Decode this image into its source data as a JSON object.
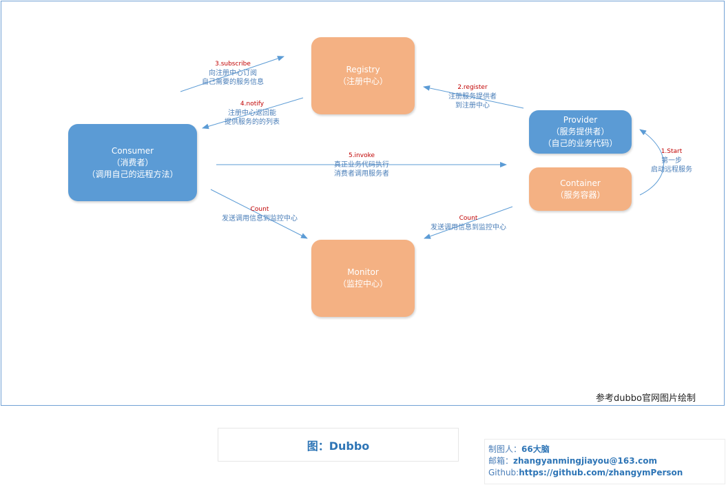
{
  "nodes": {
    "registry": {
      "line1": "Registry",
      "line2": "（注册中心）"
    },
    "consumer": {
      "line1": "Consumer",
      "line2": "（消费者）",
      "line3": "（调用自己的远程方法）"
    },
    "provider": {
      "line1": "Provider",
      "line2": "（服务提供者）",
      "line3": "（自己的业务代码）"
    },
    "container": {
      "line1": "Container",
      "line2": "（服务容器）"
    },
    "monitor": {
      "line1": "Monitor",
      "line2": "（监控中心）"
    }
  },
  "labels": {
    "subscribe": {
      "title": "3.subscribe",
      "d1": "向注册中心订阅",
      "d2": "自己需要的服务信息"
    },
    "register": {
      "title": "2.register",
      "d1": "注册服务提供者",
      "d2": "到注册中心"
    },
    "notify": {
      "title": "4.notify",
      "d1": "注册中心返回能",
      "d2": "提供服务的的列表"
    },
    "invoke": {
      "title": "5.invoke",
      "d1": "真正业务代码执行",
      "d2": "消费者调用服务者"
    },
    "start": {
      "title": "1.Start",
      "d1": "第一步",
      "d2": "启动远程服务"
    },
    "count_consumer": {
      "title": "Count",
      "d1": "发送调用信息到监控中心"
    },
    "count_container": {
      "title": "Count",
      "d1": "发送调用信息到监控中心"
    }
  },
  "reference_note": "参考dubbo官网图片绘制",
  "caption": "图：Dubbo",
  "credits": {
    "author_label": "制图人：",
    "author": "66大脑",
    "email_label": "邮箱：",
    "email": "zhangyanmingjiayou@163.com",
    "github_label": "Github:",
    "github": "https://github.com/zhangymPerson"
  },
  "colors": {
    "frame": "#6fa0d4",
    "blue_node": "#5b9bd5",
    "orange_node": "#f4b183",
    "arrow": "#5b9bd5",
    "label_title": "#c00000",
    "label_text": "#4a7eb8"
  }
}
